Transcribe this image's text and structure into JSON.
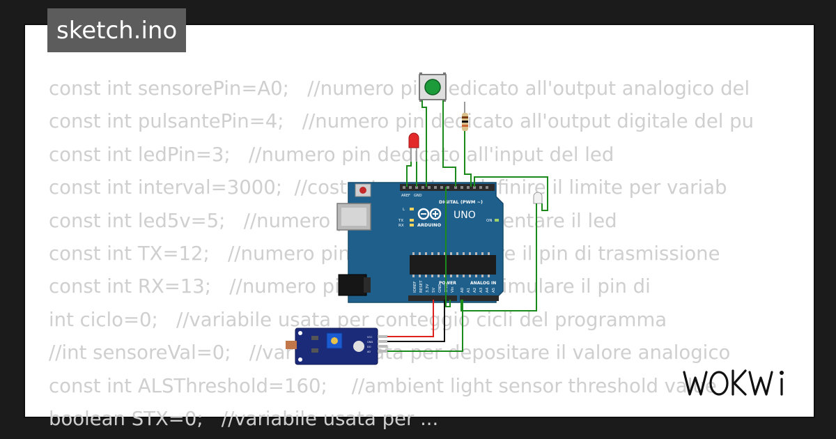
{
  "file": {
    "name": "sketch.ino"
  },
  "brand": {
    "logo_text": "WOKWI"
  },
  "code_lines": [
    "const int sensorePin=A0;   //numero pin dedicato all'output analogico del",
    "const int pulsantePin=4;   //numero pin dedicato all'output digitale del pu",
    "const int ledPin=3;   //numero pin dedicato all'input del led",
    "const int interval=3000;  //costante usata a definire il limite per variab",
    "const int led5v=5;   //numero pin usato ad alimentare il led",
    "const int TX=12;   //numero pin usato a simulare il pin di trasmissione",
    "const int RX=13;   //numero pin (non usato) a simulare il pin di",
    "int ciclo=0;   //variabile usata per conteggio cicli del programma",
    "//int sensoreVal=0;   //variabile usata per depositare il valore analogico",
    "const int ALSThreshold=160;    //ambient light sensor threshold value",
    "boolean STX=0;   //variabile usata per ..."
  ],
  "board": {
    "name": "UNO",
    "brand": "ARDUINO",
    "digital_label": "DIGITAL (PWM ~)",
    "analog_label": "ANALOG IN",
    "power_label": "POWER",
    "aref_label": "AREF",
    "gnd_label": "GND",
    "on_label": "ON",
    "l_label": "L",
    "tx_label": "TX",
    "rx_label": "RX",
    "power_pins": [
      "IOREF",
      "RESET",
      "3.3V",
      "5V",
      "GND",
      "GND",
      "Vin"
    ],
    "analog_pins": [
      "A0",
      "A1",
      "A2",
      "A3",
      "A4",
      "A5"
    ]
  },
  "sensor_module": {
    "pins": [
      "VCC",
      "GND",
      "DO",
      "AO"
    ]
  },
  "colors": {
    "board_blue": "#1f5f8b",
    "wire_green": "#1a8a1a",
    "wire_red": "#e0201c",
    "wire_black": "#111111",
    "button_green": "#1d9a3a",
    "led_red": "#e22a2a",
    "code_text": "#cfcfcf",
    "title_bg": "#5c5c5c"
  }
}
